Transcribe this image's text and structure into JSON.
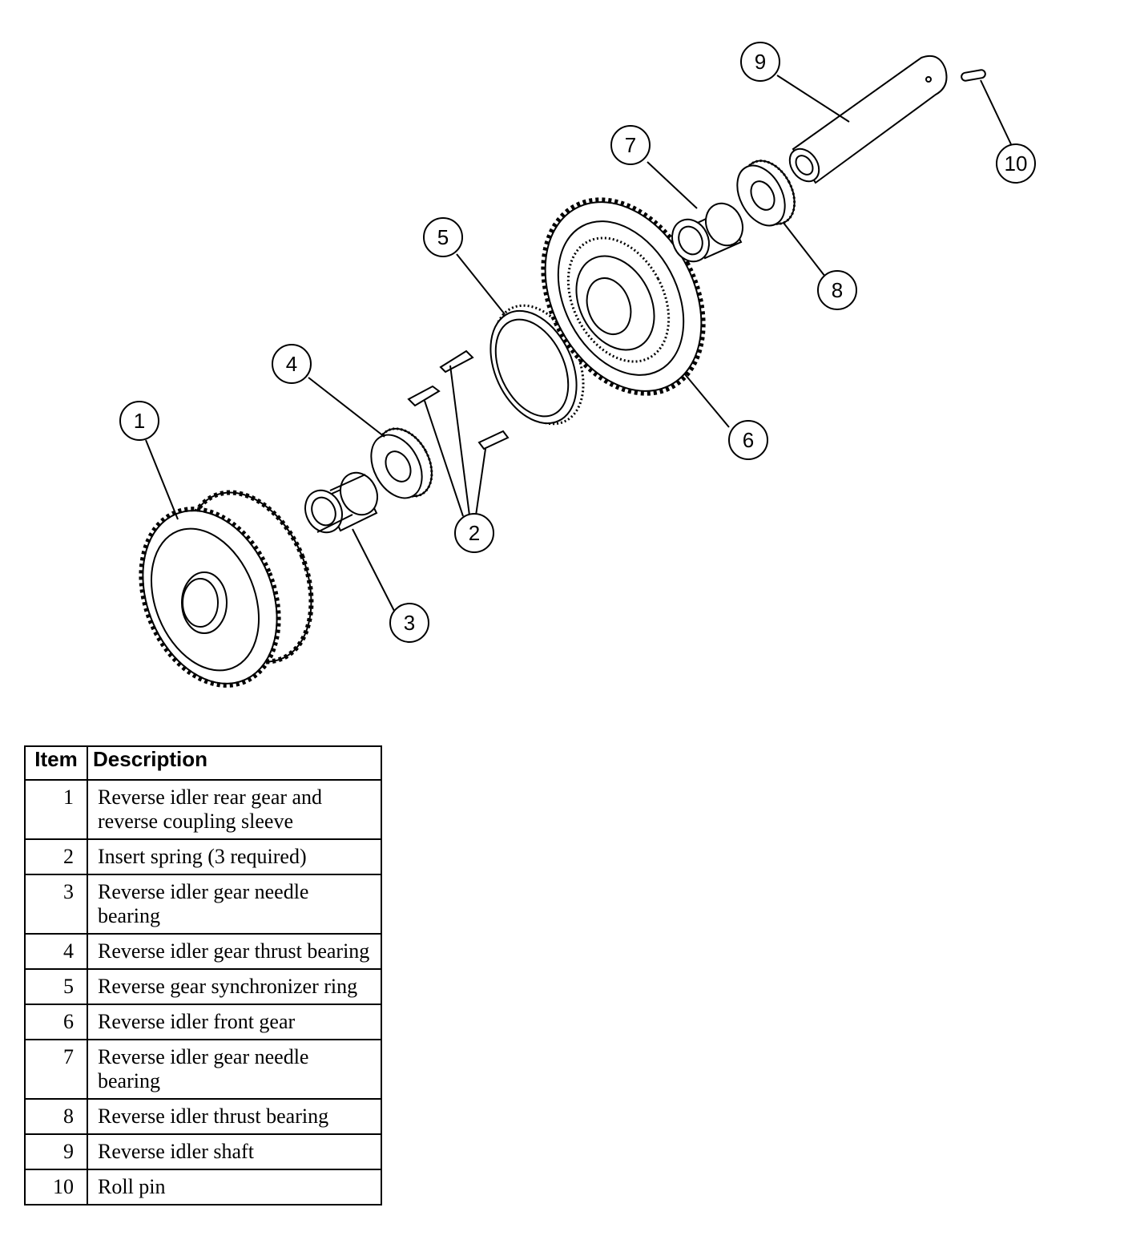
{
  "callouts": [
    "1",
    "2",
    "3",
    "4",
    "5",
    "6",
    "7",
    "8",
    "9",
    "10"
  ],
  "table": {
    "headers": {
      "item": "Item",
      "description": "Description"
    },
    "rows": [
      {
        "item": "1",
        "description": "Reverse idler rear gear and reverse coupling sleeve"
      },
      {
        "item": "2",
        "description": "Insert spring (3 required)"
      },
      {
        "item": "3",
        "description": "Reverse idler gear needle bearing"
      },
      {
        "item": "4",
        "description": "Reverse idler gear thrust bearing"
      },
      {
        "item": "5",
        "description": "Reverse gear synchronizer ring"
      },
      {
        "item": "6",
        "description": "Reverse idler front gear"
      },
      {
        "item": "7",
        "description": "Reverse idler gear needle bearing"
      },
      {
        "item": "8",
        "description": "Reverse idler thrust bearing"
      },
      {
        "item": "9",
        "description": "Reverse idler shaft"
      },
      {
        "item": "10",
        "description": "Roll pin"
      }
    ]
  }
}
